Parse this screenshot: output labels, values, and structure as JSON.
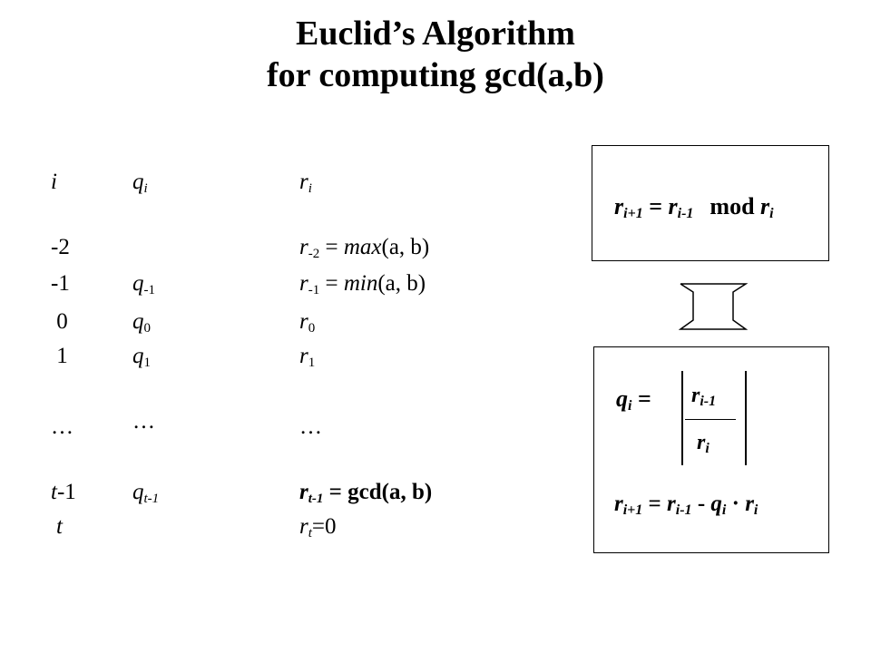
{
  "title": {
    "line1": "Euclid’s Algorithm",
    "line2": "for computing gcd(a,b)"
  },
  "table": {
    "header": {
      "i": "i",
      "q": "q",
      "q_sub": "i",
      "r": "r",
      "r_sub": "i"
    },
    "rows": [
      {
        "i": "-2",
        "r": "r",
        "r_sub": "-2",
        "r_rest": " = ",
        "r_fn": "max",
        "r_args": "(a, b)"
      },
      {
        "i": "-1",
        "q": "q",
        "q_sub": "-1",
        "r": "r",
        "r_sub": "-1",
        "r_rest": " = ",
        "r_fn": "min",
        "r_args": "(a, b)"
      },
      {
        "i": " 0",
        "q": "q",
        "q_sub": "0",
        "r": "r",
        "r_sub": "0"
      },
      {
        "i": " 1",
        "q": "q",
        "q_sub": "1",
        "r": "r",
        "r_sub": "1"
      },
      {
        "i": "…",
        "q": "…",
        "r": "…"
      },
      {
        "i_it": "t",
        "i_rest": "-1",
        "q": "q",
        "q_sub": "t-1",
        "r": "r",
        "r_sub": "t-1",
        "r_rest": " = gcd(a, b)"
      },
      {
        "i": "t",
        "r": "r",
        "r_sub": "t",
        "r_rest": "=0"
      }
    ]
  },
  "box1": {
    "lhs": "r",
    "lhs_sub": "i+1",
    "eq": " = ",
    "rhs": "r",
    "rhs_sub": "i-1",
    "mod": "mod",
    "mod_r": "r",
    "mod_r_sub": "i"
  },
  "box2": {
    "q": "q",
    "q_sub": "i",
    "q_eq": " =",
    "num": "r",
    "num_sub": "i-1",
    "den": "r",
    "den_sub": "i",
    "f_lhs": "r",
    "f_lhs_sub": "i+1",
    "f_eq": " = ",
    "f_r": "r",
    "f_r_sub": "i-1",
    "f_minus": " - ",
    "f_q": "q",
    "f_q_sub": "i",
    "f_dot": " · ",
    "f_ri": "r",
    "f_ri_sub": "i"
  },
  "arrow": {
    "icon": "double-vertical-arrow-icon"
  }
}
